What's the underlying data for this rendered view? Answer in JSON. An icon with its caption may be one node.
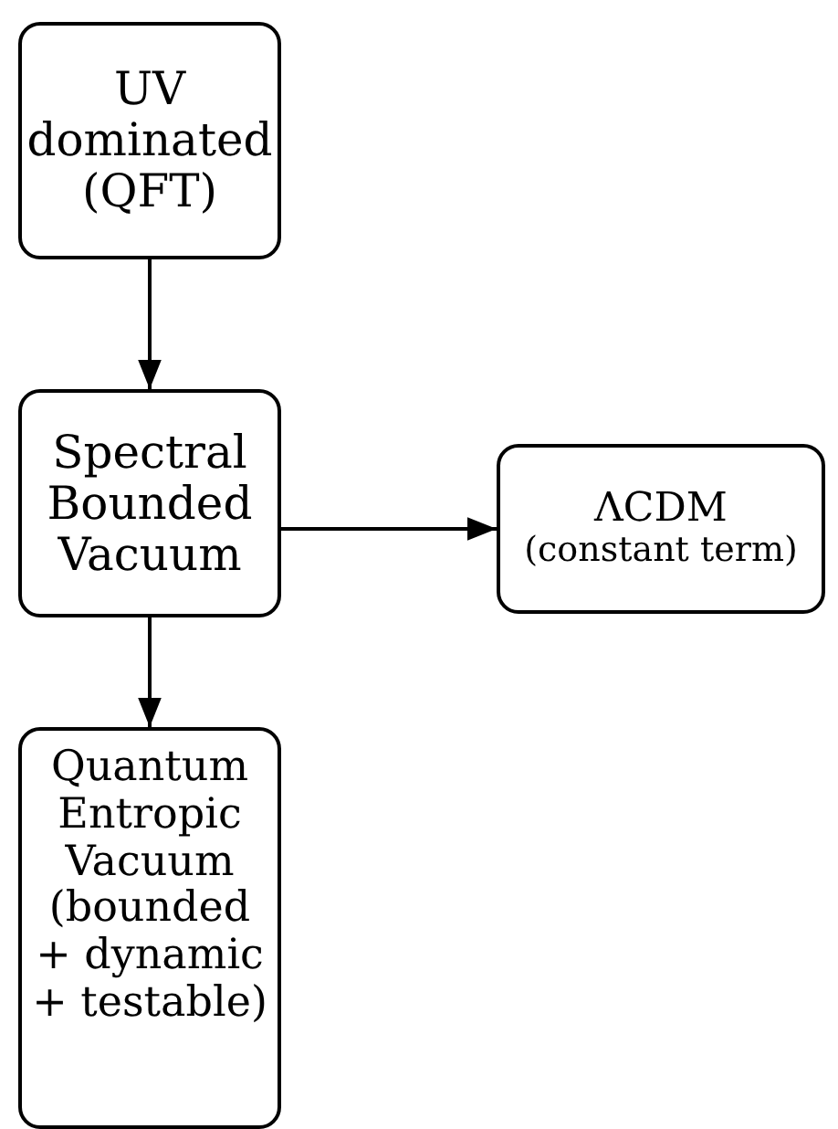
{
  "diagram": {
    "nodes": [
      {
        "text": [
          "UV dominated (QFT)"
        ]
      },
      {
        "text": [
          "Spectral Bounded Vacuum"
        ]
      },
      {
        "text": [
          "ΛCDM",
          "(constant term)"
        ]
      },
      {
        "text": [
          "Quantum Entropic Vacuum (bounded + dynamic + testable)"
        ]
      }
    ],
    "edges": [
      {
        "from": 0,
        "to": 1,
        "arrow": "to"
      },
      {
        "from": 1,
        "to": 2,
        "arrow": "to"
      },
      {
        "from": 1,
        "to": 3,
        "arrow": "to"
      }
    ]
  }
}
